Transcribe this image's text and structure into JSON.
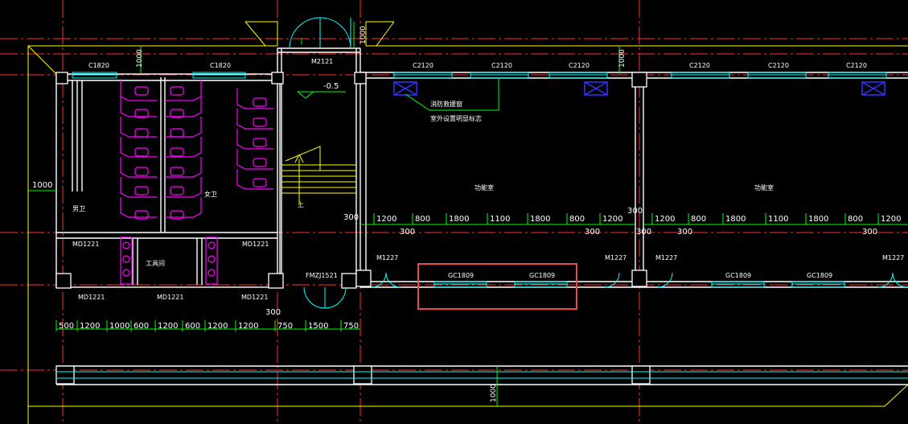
{
  "colors": {
    "background": "#000000",
    "axis_line": "#ff3030",
    "wall": "#ffffff",
    "window": "#00ffff",
    "dimension": "#00ff00",
    "fixture": "#ff00ff",
    "outline": "#ffff00",
    "highlight": "#e74c4c",
    "fire_window": "#2222ff"
  },
  "labels": {
    "window_c1820_a": "C1820",
    "window_c1820_b": "C1820",
    "door_m2121": "M2121",
    "window_c2120_1": "C2120",
    "window_c2120_2": "C2120",
    "window_c2120_3": "C2120",
    "window_c2120_4": "C2120",
    "window_c2120_5": "C2120",
    "window_c2120_6": "C2120",
    "elevation": "-0.5",
    "fire_note_1": "消防救援窗",
    "fire_note_2": "室外设置明显标志",
    "room_func_left": "功能室",
    "room_func_right": "功能室",
    "room_male": "男卫",
    "room_female": "女卫",
    "room_tool": "工具间",
    "stair_mark": "上",
    "door_md1221_1": "MD1221",
    "door_md1221_2": "MD1221",
    "door_md1221_3": "MD1221",
    "door_md1221_4": "MD1221",
    "door_md1221_5": "MD1221",
    "door_fmzj": "FMZJ1521",
    "door_m1227_1": "M1227",
    "door_m1227_2": "M1227",
    "door_m1227_3": "M1227",
    "door_m1227_4": "M1227",
    "window_gc1809_1": "GC1809",
    "window_gc1809_2": "GC1809",
    "window_gc1809_3": "GC1809",
    "window_gc1809_4": "GC1809",
    "dim_top_1000_a": "1000",
    "dim_top_1000_b": "1000",
    "dim_top_1000_c": "1000",
    "dim_side_1000": "1000",
    "dim_bottom_1000": "1000",
    "dim_300_a": "300",
    "dim_300_b": "300",
    "dim_300_c": "300",
    "dim_300_d": "300",
    "dim_300_e": "300",
    "dim_300_f": "300",
    "dim_300_g": "300",
    "dim_300_h": "300"
  },
  "dim_rows": {
    "left_bottom": [
      "500",
      "1200",
      "1000",
      "600",
      "1200",
      "600",
      "1200",
      "1200",
      "750",
      "1500",
      "750"
    ],
    "func_left": [
      "1200",
      "800",
      "1800",
      "1100",
      "1800",
      "800",
      "1200"
    ],
    "func_right": [
      "1200",
      "800",
      "1800",
      "1100",
      "1800",
      "800",
      "1200"
    ]
  }
}
